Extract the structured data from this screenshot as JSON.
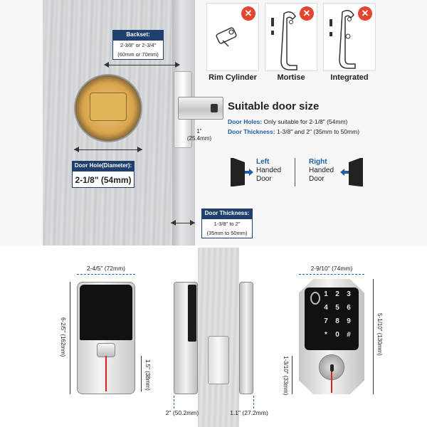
{
  "top": {
    "backset": {
      "title": "Backset:",
      "line1": "2-3/8\" or 2-3/4\"",
      "line2": "(60mm or 70mm)"
    },
    "door_hole": {
      "title": "Door Hole(Diameter):",
      "value": "2-1/8\" (54mm)"
    },
    "bolt_dim": {
      "line1": "1\"",
      "line2": "(25.4mm)"
    },
    "door_thickness": {
      "title": "Door Thickness:",
      "line1": "1-3/8\" to 2\"",
      "line2": "(35mm to 50mm)"
    },
    "lock_types": [
      {
        "name": "Rim Cylinder",
        "icon": "rim-cylinder-lock-icon"
      },
      {
        "name": "Mortise",
        "icon": "mortise-lock-icon"
      },
      {
        "name": "Integrated",
        "icon": "integrated-lock-icon"
      }
    ],
    "suitable": {
      "title": "Suitable door size",
      "holes_key": "Door Holes:",
      "holes_value": "Only suitable for 2-1/8\" (54mm)",
      "thickness_key": "Door Thickness:",
      "thickness_value": "1-3/8\" and 2\" (35mm to 50mm)"
    },
    "handed": {
      "left_line1": "Left",
      "left_line2": "Handed",
      "left_line3": "Door",
      "right_line1": "Right",
      "right_line2": "Handed",
      "right_line3": "Door"
    }
  },
  "bottom": {
    "front_width": "2-4/5\" (72mm)",
    "front_height": "6-2/5\" (162mm)",
    "thumb_height": "1.5\" (38mm)",
    "side_depth_outer": "2\" (50.2mm)",
    "side_depth_inner": "1.1\" (27.2mm)",
    "keypad_width": "2-9/10\" (74mm)",
    "keypad_height": "5-1/10\" (130mm)",
    "keyhole_height": "1-3/10\" (33mm)",
    "keys": [
      "1",
      "2",
      "3",
      "4",
      "5",
      "6",
      "7",
      "8",
      "9",
      "*",
      "0",
      "#"
    ]
  },
  "colors": {
    "accent_blue": "#1f5fa8",
    "callout_navy": "#1f3f6e",
    "reject_red": "#e5452f",
    "arrow_red": "#e02020"
  }
}
